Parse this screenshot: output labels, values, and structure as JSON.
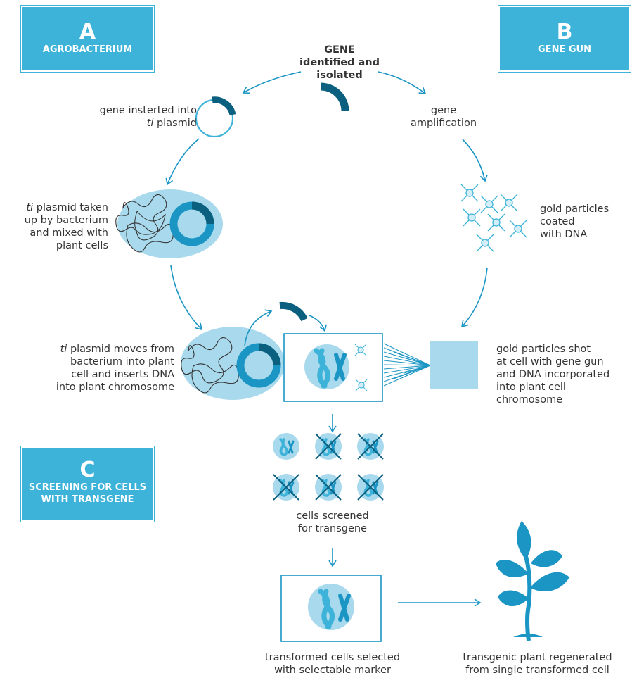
{
  "boxes": {
    "a": {
      "letter": "A",
      "label": "AGROBACTERIUM"
    },
    "b": {
      "letter": "B",
      "label": "GENE GUN"
    },
    "c": {
      "letter": "C",
      "label_line1": "SCREENING FOR CELLS",
      "label_line2": "WITH TRANSGENE"
    }
  },
  "gene": {
    "line1": "GENE",
    "line2": "identified and",
    "line3": "isolated"
  },
  "steps": {
    "inserted": {
      "line1": "gene insterted into",
      "line2_italic": "ti",
      "line2_rest": " plasmid"
    },
    "taken_up": {
      "line1_italic": "ti",
      "line1_rest": " plasmid taken",
      "line2": "up by bacterium",
      "line3": "and mixed with",
      "line4": "plant cells"
    },
    "moves": {
      "line1_italic": "ti",
      "line1_rest": " plasmid moves from",
      "line2": "bacterium into plant",
      "line3": "cell and inserts DNA",
      "line4": "into plant chromosome"
    },
    "amplification": {
      "line1": "gene",
      "line2": "amplification"
    },
    "gold_coated": {
      "line1": "gold particles",
      "line2": "coated",
      "line3": "with DNA"
    },
    "gold_shot": {
      "line1": "gold particles shot",
      "line2": "at cell with gene gun",
      "line3": "and DNA incorporated",
      "line4": "into plant cell",
      "line5": "chromosome"
    },
    "screened": {
      "line1": "cells screened",
      "line2": "for transgene"
    },
    "selected": {
      "line1": "transformed cells selected",
      "line2": "with selectable marker"
    },
    "regenerated": {
      "line1": "transgenic plant regenerated",
      "line2": "from single transformed cell"
    }
  },
  "colors": {
    "primary": "#3eb3d9",
    "dark": "#0b5f7f",
    "light": "#a8d9ec",
    "mid": "#1a95c4",
    "text": "#333333"
  }
}
